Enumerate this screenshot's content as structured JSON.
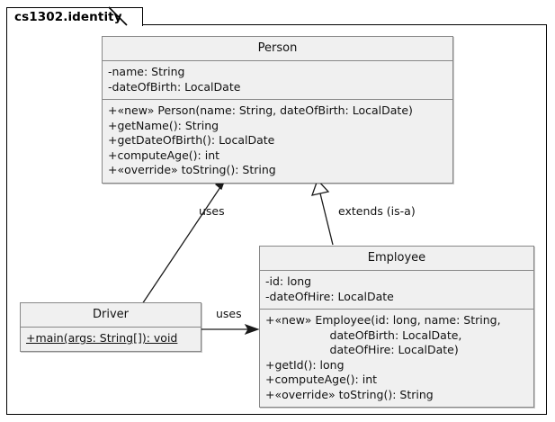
{
  "diagram": {
    "kind": "uml-class-diagram",
    "package_name": "cs1302.identity",
    "background": "#ffffff",
    "class_fill": "#f0f0f0",
    "class_border": "#888888",
    "frame_border": "#000000"
  },
  "classes": {
    "person": {
      "name": "Person",
      "attributes": [
        "-name: String",
        "-dateOfBirth: LocalDate"
      ],
      "methods": [
        "+«new» Person(name: String, dateOfBirth: LocalDate)",
        "+getName(): String",
        "+getDateOfBirth(): LocalDate",
        "+computeAge(): int",
        "+«override» toString(): String"
      ]
    },
    "employee": {
      "name": "Employee",
      "attributes": [
        "-id: long",
        "-dateOfHire: LocalDate"
      ],
      "methods": [
        "+«new» Employee(id: long, name: String,",
        "                  dateOfBirth: LocalDate,",
        "                  dateOfHire: LocalDate)",
        "+getId(): long",
        "+computeAge(): int",
        "+«override» toString(): String"
      ]
    },
    "driver": {
      "name": "Driver",
      "methods": [
        "+main(args: String[]): void"
      ]
    }
  },
  "relationships": [
    {
      "id": "driver-uses-person",
      "label": "uses",
      "from": "Driver",
      "to": "Person",
      "arrow": "open-filled"
    },
    {
      "id": "employee-extends-person",
      "label": "extends (is-a)",
      "from": "Employee",
      "to": "Person",
      "arrow": "hollow-triangle"
    },
    {
      "id": "driver-uses-employee",
      "label": "uses",
      "from": "Driver",
      "to": "Employee",
      "arrow": "open-filled"
    }
  ]
}
